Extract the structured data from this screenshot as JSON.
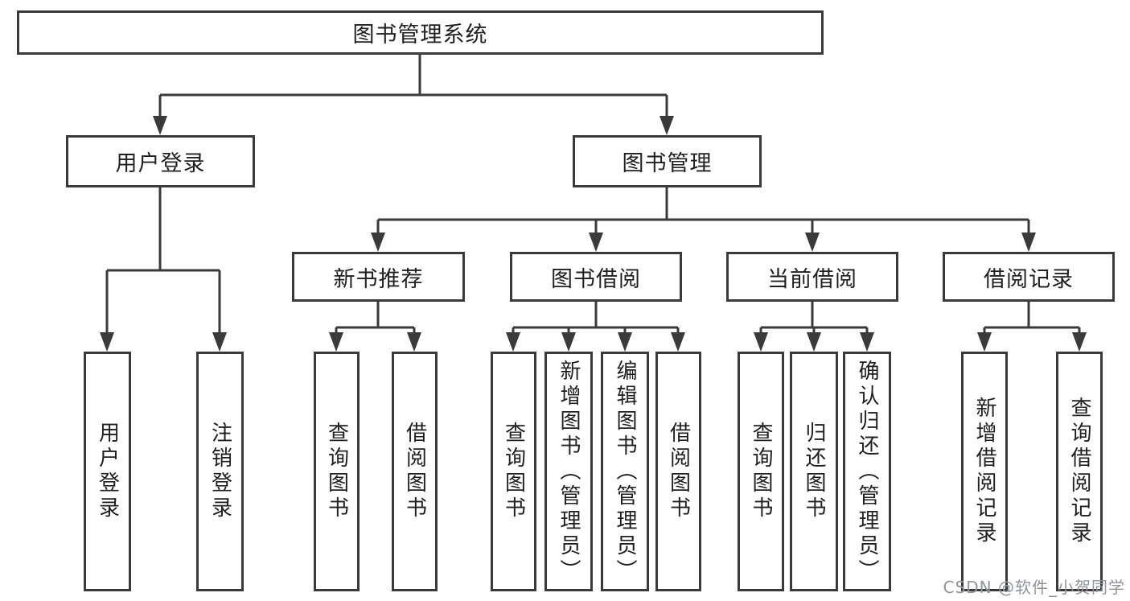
{
  "diagram": {
    "root": {
      "label": "图书管理系统"
    },
    "user_login": {
      "label": "用户登录",
      "children": [
        "用户登录",
        "注销登录"
      ]
    },
    "book_mgmt": {
      "label": "图书管理"
    },
    "new_books": {
      "label": "新书推荐",
      "children": [
        "查询图书",
        "借阅图书"
      ]
    },
    "borrow": {
      "label": "图书借阅",
      "children": [
        "查询图书",
        "新增图书（管理员）",
        "编辑图书（管理员）",
        "借阅图书"
      ]
    },
    "current": {
      "label": "当前借阅",
      "children": [
        "查询图书",
        "归还图书",
        "确认归还（管理员）"
      ]
    },
    "records": {
      "label": "借阅记录",
      "children": [
        "新增借阅记录",
        "查询借阅记录"
      ]
    }
  },
  "watermark": "CSDN @软件_小贺同学",
  "colors": {
    "line": "#3a3a3a",
    "text": "#202020",
    "watermark": "#909499",
    "background": "#ffffff"
  }
}
